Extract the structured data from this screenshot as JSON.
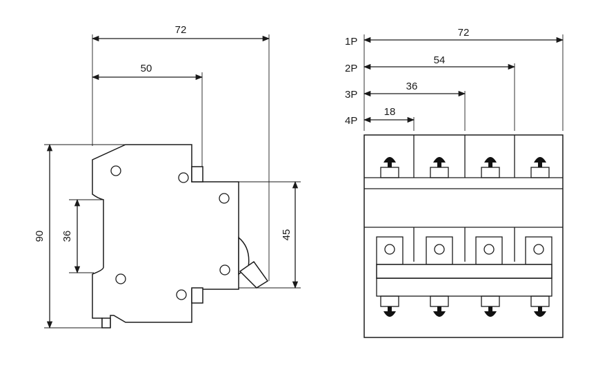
{
  "side_view": {
    "dim_top_total": "72",
    "dim_top_partial": "50",
    "dim_height": "90",
    "dim_rail": "36",
    "dim_depth": "45"
  },
  "front_view": {
    "pole_labels": [
      "1P",
      "2P",
      "3P",
      "4P"
    ],
    "pole_widths": [
      "72",
      "54",
      "36",
      "18"
    ]
  }
}
